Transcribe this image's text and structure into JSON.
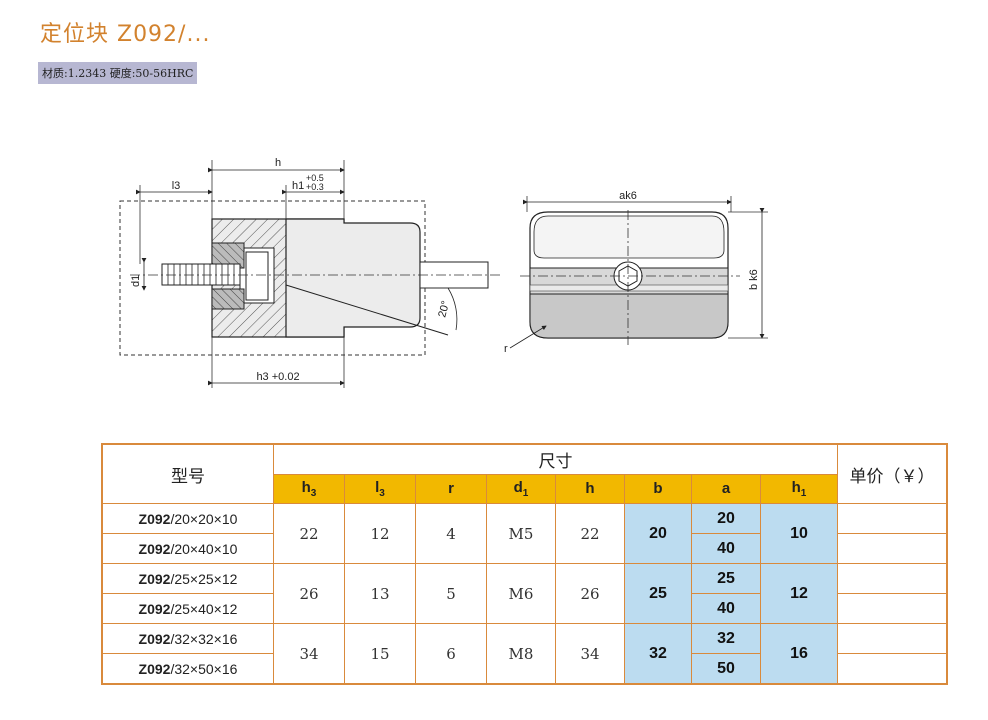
{
  "header": {
    "title": "定位块 Z092/...",
    "material": "材质:1.2343 硬度:50-56HRC"
  },
  "drawing_labels": {
    "h": "h",
    "l3": "l3",
    "h1": "h1",
    "tol_plus": "+0.5",
    "tol_minus": "+0.3",
    "d1": "d1",
    "angle": "20°",
    "h3": "h3 +0.02",
    "a": "ak6",
    "b": "b k6",
    "r": "r"
  },
  "table": {
    "model_header": "型号",
    "size_header": "尺寸",
    "price_header": "单价（￥）",
    "columns": [
      {
        "base": "h",
        "sub": "3"
      },
      {
        "base": "l",
        "sub": "3"
      },
      {
        "base": "r",
        "sub": ""
      },
      {
        "base": "d",
        "sub": "1"
      },
      {
        "base": "h",
        "sub": ""
      },
      {
        "base": "b",
        "sub": ""
      },
      {
        "base": "a",
        "sub": ""
      },
      {
        "base": "h",
        "sub": "1"
      }
    ],
    "groups": [
      {
        "models": [
          {
            "bold": "Z092",
            "rest": "/20×20×10"
          },
          {
            "bold": "Z092",
            "rest": "/20×40×10"
          }
        ],
        "h3": "22",
        "l3": "12",
        "r": "4",
        "d1": "M5",
        "h": "22",
        "b": "20",
        "a": [
          "20",
          "40"
        ],
        "h1": "10",
        "prices": [
          "",
          ""
        ]
      },
      {
        "models": [
          {
            "bold": "Z092",
            "rest": "/25×25×12"
          },
          {
            "bold": "Z092",
            "rest": "/25×40×12"
          }
        ],
        "h3": "26",
        "l3": "13",
        "r": "5",
        "d1": "M6",
        "h": "26",
        "b": "25",
        "a": [
          "25",
          "40"
        ],
        "h1": "12",
        "prices": [
          "",
          ""
        ]
      },
      {
        "models": [
          {
            "bold": "Z092",
            "rest": "/32×32×16"
          },
          {
            "bold": "Z092",
            "rest": "/32×50×16"
          }
        ],
        "h3": "34",
        "l3": "15",
        "r": "6",
        "d1": "M8",
        "h": "34",
        "b": "32",
        "a": [
          "32",
          "50"
        ],
        "h1": "16",
        "prices": [
          "",
          ""
        ]
      }
    ]
  },
  "colors": {
    "title": "#d2822e",
    "material_bg": "#b7b7d2",
    "table_border": "#d98a3c",
    "header_yellow": "#f2b800",
    "highlight_blue": "#bcdcf0"
  }
}
